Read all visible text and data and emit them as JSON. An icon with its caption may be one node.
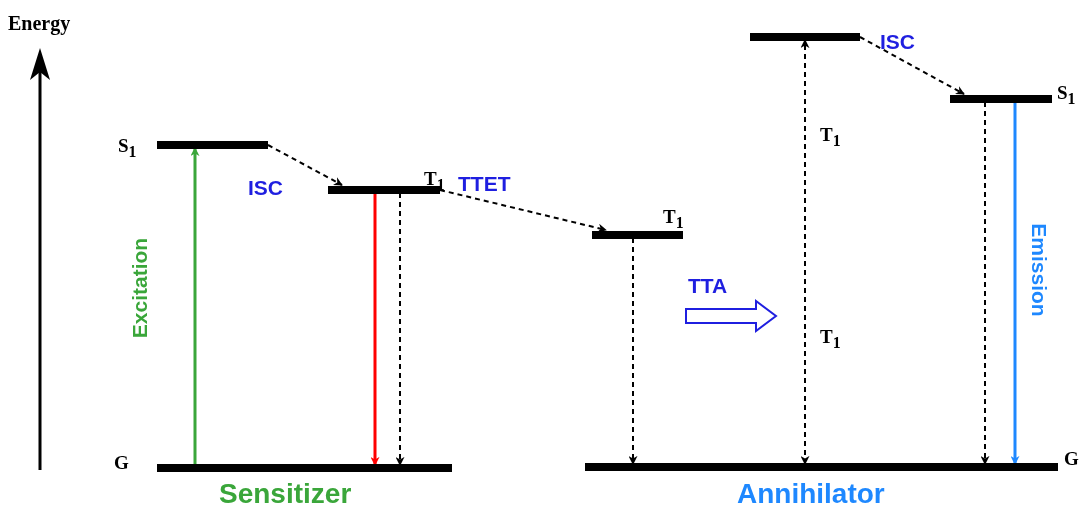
{
  "diagram": {
    "nodes": [
      {
        "text": [],
        "shape": "bar",
        "beside": [
          "S$_{1}$"
        ]
      },
      {
        "text": [],
        "shape": "bar",
        "beside": [
          "T$_{1}$"
        ]
      },
      {
        "text": [],
        "shape": "bar",
        "beside": [
          "G"
        ]
      },
      {
        "text": [],
        "shape": "bar",
        "beside": [
          "T$_{1}$"
        ]
      },
      {
        "text": [],
        "shape": "bar"
      },
      {
        "text": [],
        "shape": "bar",
        "beside": [
          "S$_{1}$"
        ]
      },
      {
        "text": [],
        "shape": "bar",
        "beside": [
          "G"
        ]
      }
    ],
    "edges": [
      {
        "from": 2,
        "to": 0,
        "arrow": "to",
        "label": "Excitation",
        "color": "#3aa63a"
      },
      {
        "from": 0,
        "to": 1,
        "arrow": "to",
        "label": "ISC",
        "style": "dashed"
      },
      {
        "from": 1,
        "to": 2,
        "arrow": "to",
        "color": "#ff0000"
      },
      {
        "from": 1,
        "to": 2,
        "arrow": "to",
        "style": "dashed"
      },
      {
        "from": 1,
        "to": 3,
        "arrow": "to",
        "label": "TTET",
        "style": "dashed"
      },
      {
        "from": 3,
        "to": 6,
        "arrow": "to",
        "style": "dashed"
      },
      {
        "from": 6,
        "to": 4,
        "arrow": "both",
        "style": "dashed"
      },
      {
        "from": 4,
        "to": 5,
        "arrow": "to",
        "label": "ISC",
        "style": "dashed"
      },
      {
        "from": 5,
        "to": 6,
        "arrow": "to",
        "style": "dashed"
      },
      {
        "from": 5,
        "to": 6,
        "arrow": "to",
        "label": "Emission",
        "color": "#1e88ff"
      }
    ],
    "labels": [
      "Energy",
      "Sensitizer",
      "TTA",
      "T$_{1}$",
      "T$_{1}$",
      "Annihilator"
    ]
  }
}
